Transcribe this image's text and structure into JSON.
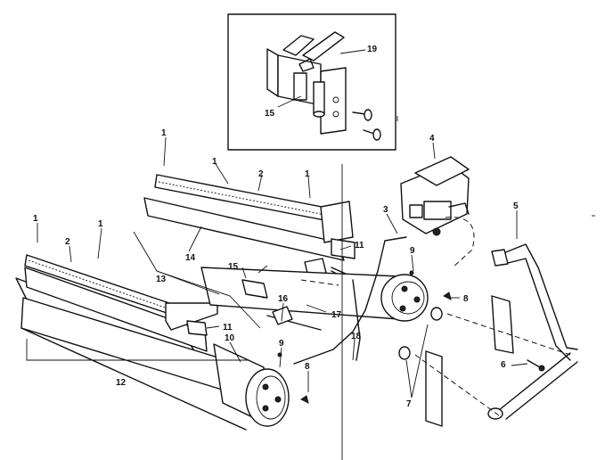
{
  "callouts": {
    "c1a": "1",
    "c1b": "1",
    "c1c": "1",
    "c1d": "1",
    "c1e": "1",
    "c2a": "2",
    "c2b": "2",
    "c3": "3",
    "c4": "4",
    "c5": "5",
    "c6": "6",
    "c7": "7",
    "c8a": "8",
    "c8b": "8",
    "c9a": "9",
    "c9b": "9",
    "c10": "10",
    "c11a": "11",
    "c11b": "11",
    "c12": "12",
    "c13": "13",
    "c14": "14",
    "c15a": "15",
    "c15b": "15",
    "c16": "16",
    "c17": "17",
    "c18": "18",
    "c19": "19"
  }
}
